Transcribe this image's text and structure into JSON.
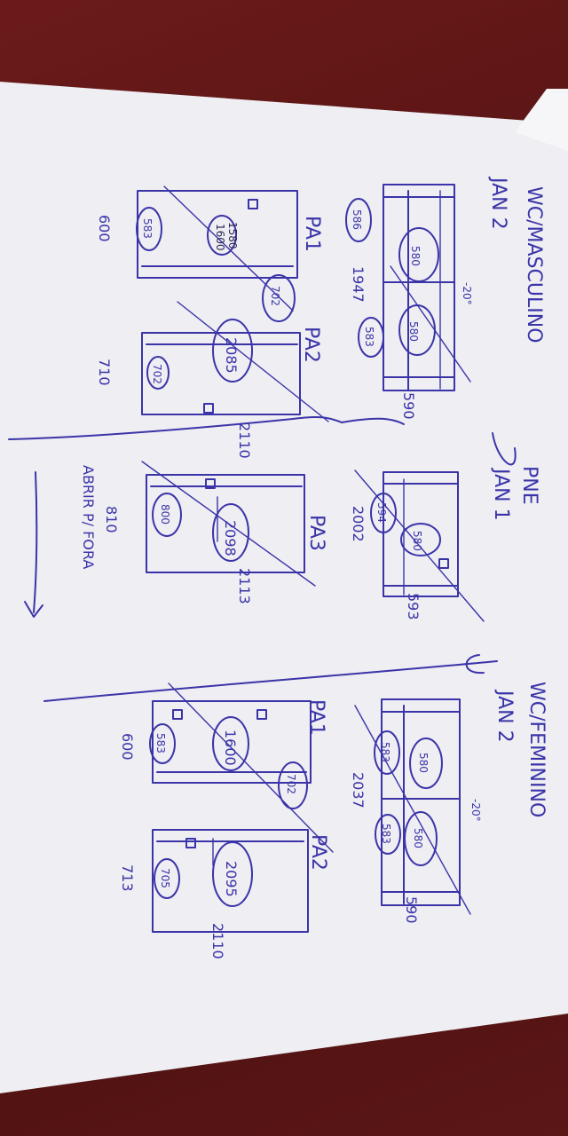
{
  "sections": {
    "top": {
      "title": "WC/MASCULINO",
      "subtitle": "JAN 2",
      "note": "-20°"
    },
    "middle": {
      "title": "PNE",
      "subtitle": "JAN 1"
    },
    "bottom": {
      "title": "WC/FEMININO",
      "subtitle": "JAN 2",
      "note": "-20°"
    }
  },
  "top_window": {
    "left_pane_circle_a": "580",
    "left_pane_circle_b": "586",
    "right_pane_circle_a": "580",
    "right_pane_circle_b": "583",
    "height_label": "1947",
    "side_label": "590"
  },
  "pa1_top": {
    "label": "PA1",
    "circle_top_a": "1580",
    "circle_top_b": "1600",
    "circle_right": "702",
    "circle_small": "583",
    "width_label": "600"
  },
  "pa2_top": {
    "label": "PA2",
    "circle_main": "2085",
    "circle_small": "702",
    "width_label": "710",
    "height_label": "2110"
  },
  "middle_window": {
    "circle_a": "580",
    "circle_b": "594",
    "height_label": "2002",
    "side_label": "593"
  },
  "pa3": {
    "label": "PA3",
    "circle_main": "2098",
    "circle_small": "800",
    "width_label": "810",
    "height_label": "2113",
    "note": "ABRIR P/ FORA"
  },
  "bottom_window": {
    "left_pane_circle_a": "580",
    "left_pane_circle_b": "583",
    "right_pane_circle_a": "580",
    "right_pane_circle_b": "583",
    "height_label": "2037",
    "side_label": "590"
  },
  "pa1_bottom": {
    "label": "PA1",
    "circle_main": "1600",
    "circle_right": "702",
    "circle_small": "583",
    "width_label": "600"
  },
  "pa2_bottom": {
    "label": "PA2",
    "circle_main": "2095",
    "circle_small": "705",
    "width_label": "713",
    "height_label": "2110"
  }
}
